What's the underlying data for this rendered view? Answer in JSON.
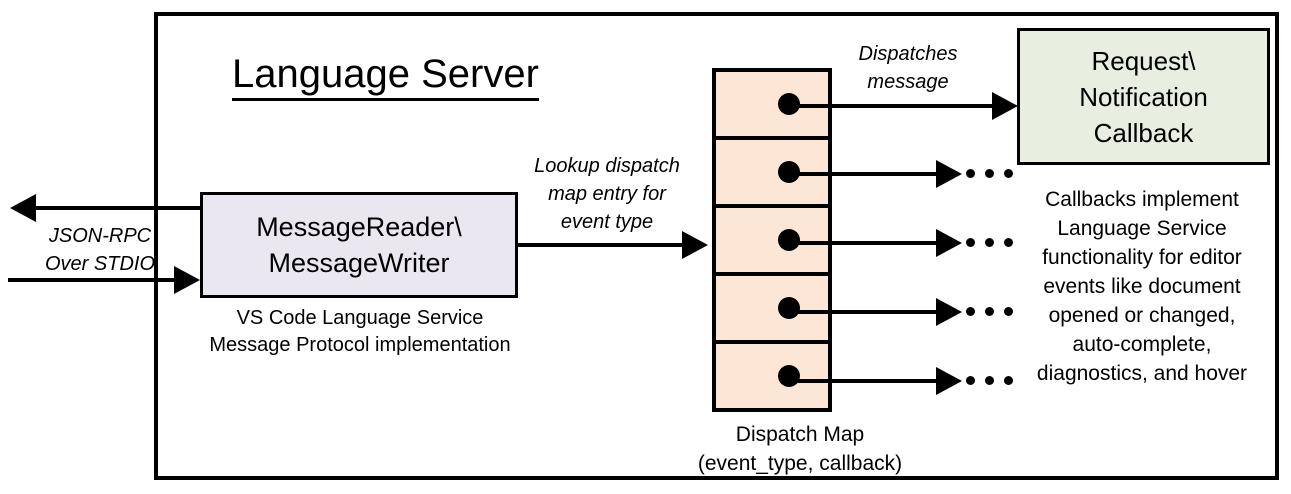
{
  "diagram": {
    "title": "Language Server",
    "frame_color": "#000000",
    "background": "#ffffff"
  },
  "nodes": {
    "message_io": {
      "label": "MessageReader\\\nMessageWriter",
      "caption": "VS Code Language Service\nMessage Protocol implementation",
      "fill": "#eae7f0"
    },
    "dispatch_map": {
      "caption": "Dispatch Map\n(event_type, callback)",
      "fill": "#fce6d5",
      "rows": [
        {
          "id": "row-1",
          "has_dot": true
        },
        {
          "id": "row-2",
          "has_dot": true
        },
        {
          "id": "row-3",
          "has_dot": true
        },
        {
          "id": "row-4",
          "has_dot": true
        },
        {
          "id": "row-5",
          "has_dot": true
        }
      ]
    },
    "callback": {
      "label": "Request\\\nNotification\nCallback",
      "caption": "Callbacks implement\nLanguage Service\nfunctionality for editor\nevents like document\nopened or changed,\nauto-complete,\ndiagnostics, and hover",
      "fill": "#e8efe0"
    }
  },
  "edges": {
    "external_io": {
      "label": "JSON-RPC\nOver STDIO",
      "outbound_direction": "left",
      "inbound_direction": "right"
    },
    "lookup": {
      "label": "Lookup dispatch\nmap entry for\nevent type"
    },
    "dispatch": {
      "label": "Dispatches\nmessage"
    },
    "continuation": {
      "glyph": "ellipsis",
      "count": 4
    }
  }
}
